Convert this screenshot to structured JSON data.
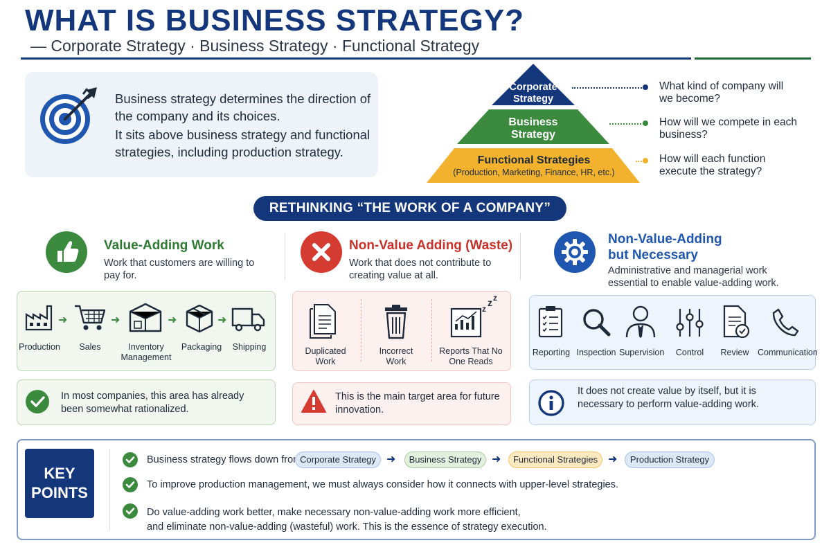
{
  "header": {
    "title": "WHAT IS BUSINESS STRATEGY?",
    "subtitle": "— Corporate Strategy · Business Strategy · Functional Strategy"
  },
  "intro": {
    "line1": "Business strategy determines the direction of the company and its choices.",
    "line2": "It sits above business strategy and functional strategies, including production strategy."
  },
  "pyramid": {
    "levels": [
      {
        "label_line1": "Corporate",
        "label_line2": "Strategy",
        "question": "What kind of company will we become?",
        "color": "#14367a"
      },
      {
        "label_line1": "Business",
        "label_line2": "Strategy",
        "question": "How will we compete in each business?",
        "color": "#3c8a3e"
      },
      {
        "label_line1": "Functional Strategies",
        "label_line2": "(Production, Marketing, Finance, HR, etc.)",
        "question": "How will each function execute the strategy?",
        "color": "#f2b22e"
      }
    ]
  },
  "banner": {
    "text": "RETHINKING “THE WORK OF A COMPANY”"
  },
  "columns": {
    "value_adding": {
      "title": "Value-Adding Work",
      "desc": "Work that customers are willing to pay for.",
      "items": [
        "Production",
        "Sales",
        "Inventory Management",
        "Packaging",
        "Shipping"
      ],
      "note": "In most companies, this area has already been somewhat rationalized.",
      "color": "#3c8a3e"
    },
    "waste": {
      "title": "Non-Value Adding (Waste)",
      "desc": "Work that does not contribute to creating value at all.",
      "items": [
        "Duplicated Work",
        "Incorrect Work",
        "Reports That No One Reads"
      ],
      "note": "This is the main target area for future innovation.",
      "color": "#d63b31"
    },
    "necessary": {
      "title_line1": "Non-Value-Adding",
      "title_line2": "but Necessary",
      "desc": "Administrative and managerial work essential to enable value-adding work.",
      "items": [
        "Reporting",
        "Inspection",
        "Supervision",
        "Control",
        "Review",
        "Communication"
      ],
      "note": "It does not create value by itself, but it is necessary to perform value-adding work.",
      "color": "#1f56b0"
    }
  },
  "key_points": {
    "badge_line1": "KEY",
    "badge_line2": "POINTS",
    "point1_prefix": "Business strategy flows down from",
    "flow": [
      "Corporate Strategy",
      "Business Strategy",
      "Functional Strategies",
      "Production Strategy"
    ],
    "point2": "To improve production management, we must always consider how it connects with upper-level strategies.",
    "point3_line1": "Do value-adding work better, make necessary non-value-adding work more efficient,",
    "point3_line2": "and eliminate non-value-adding (wasteful) work. This is the essence of strategy execution."
  }
}
